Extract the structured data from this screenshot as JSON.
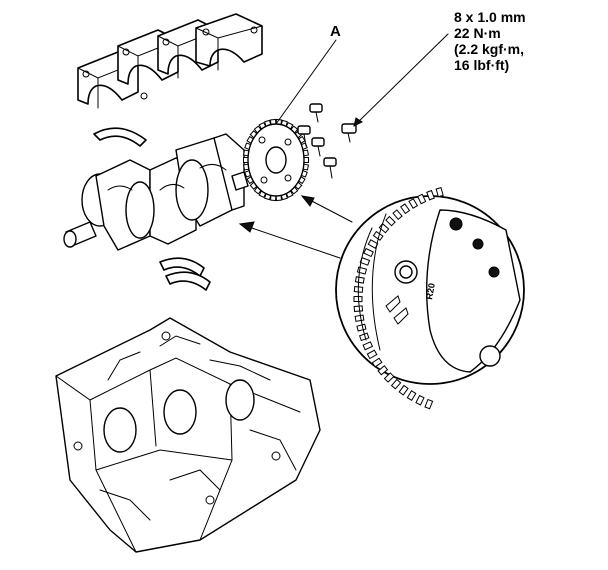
{
  "labels": {
    "part_a": "A",
    "spec_line1": "8 x 1.0 mm",
    "spec_line2": "22 N·m",
    "spec_line3": "(2.2 kgf·m,",
    "spec_line4": "16 lbf·ft)",
    "sprocket_mark": "R20"
  },
  "colors": {
    "ink": "#000000",
    "paper": "#ffffff"
  }
}
